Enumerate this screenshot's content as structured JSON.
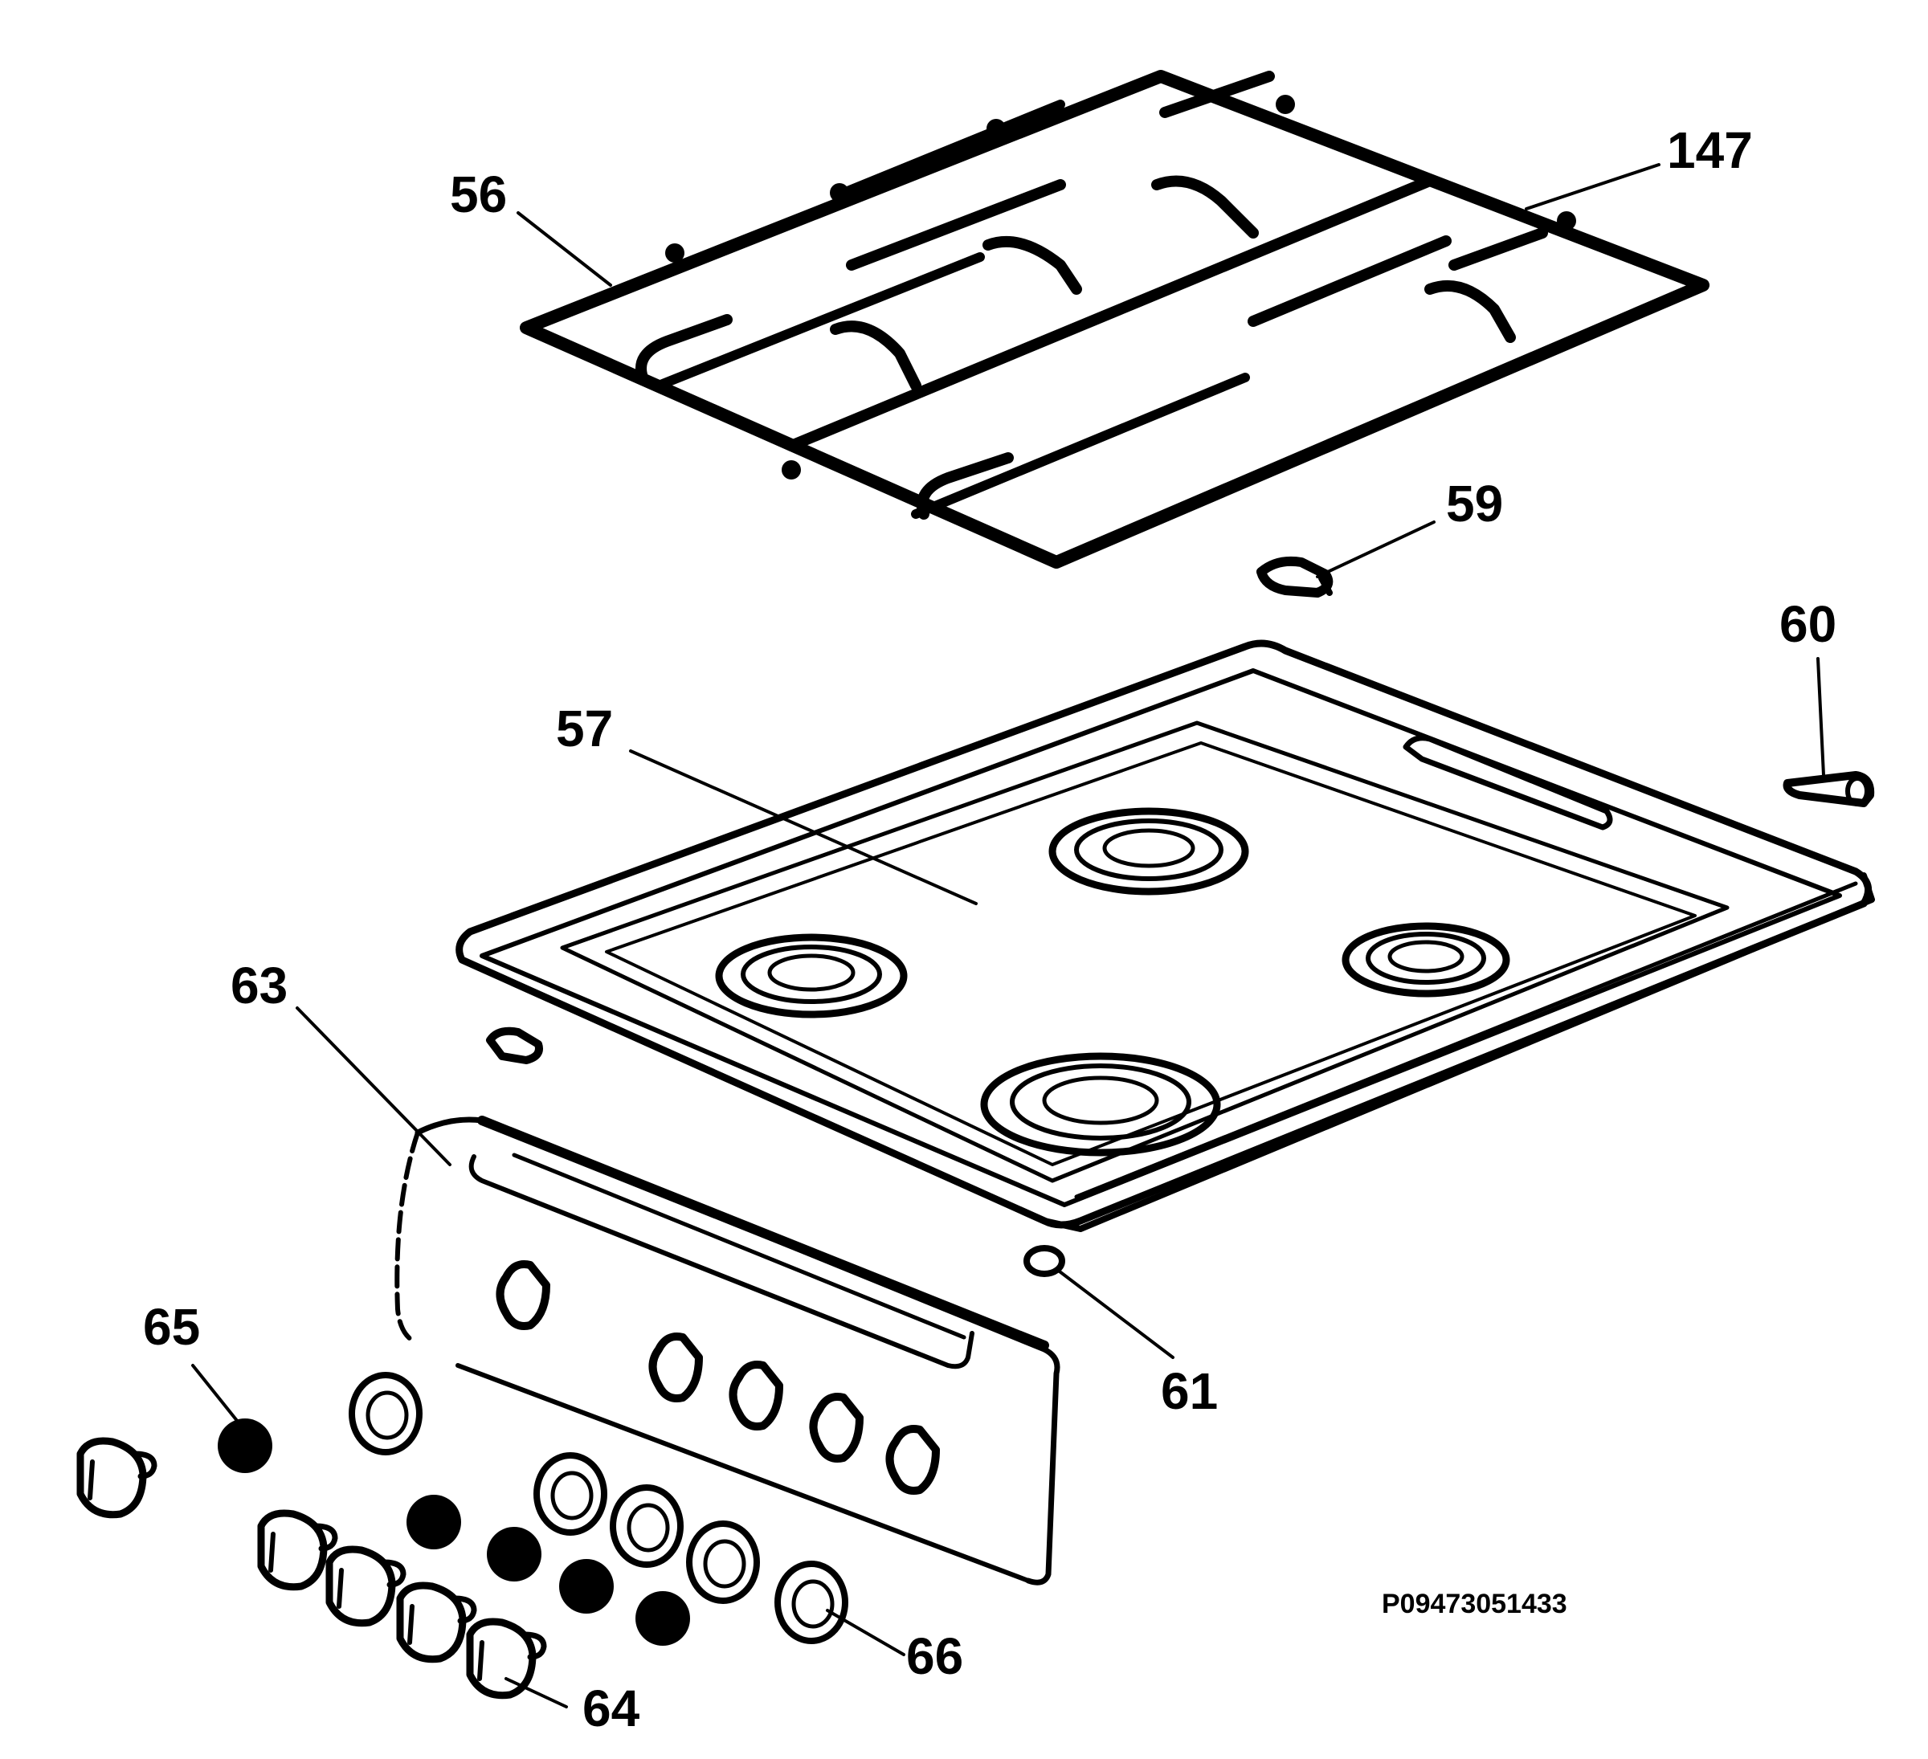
{
  "diagram": {
    "colors": {
      "line": "#000000",
      "background": "#ffffff"
    },
    "callouts": {
      "c56": "56",
      "c147": "147",
      "c59": "59",
      "c60": "60",
      "c57": "57",
      "c63": "63",
      "c61": "61",
      "c65": "65",
      "c66": "66",
      "c64": "64"
    },
    "drawing_code": "P09473051433"
  }
}
